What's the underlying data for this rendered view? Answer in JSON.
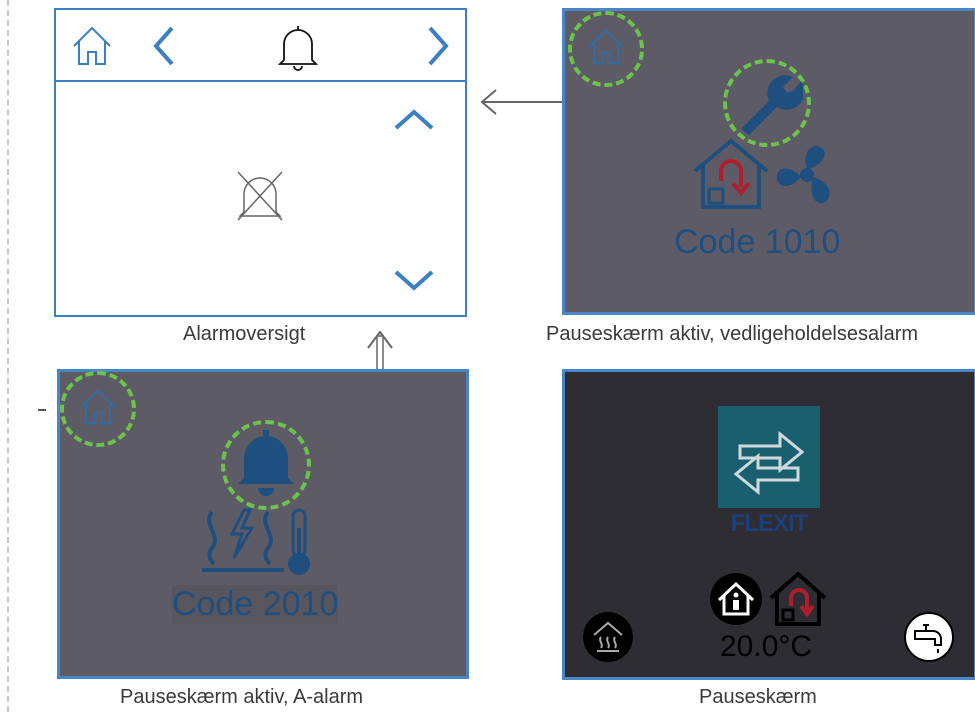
{
  "alarm_overview": {
    "caption": "Alarmoversigt"
  },
  "maintenance_screen": {
    "code": "Code 1010",
    "caption": "Pauseskærm aktiv, vedligeholdelsesalarm"
  },
  "a_alarm_screen": {
    "code": "Code 2010",
    "caption": "Pauseskærm aktiv, A-alarm"
  },
  "screensaver": {
    "brand": "FLEXIT",
    "temperature": "20.0°C",
    "caption": "Pauseskærm"
  },
  "colors": {
    "accent_blue": "#3b7fc4",
    "screen_grey": "#5d5b66",
    "icon_dark_blue": "#1f4f7f",
    "highlight_green": "#6cc24a",
    "alert_red": "#b01e2d",
    "flexit_teal": "#1a5f6e"
  },
  "icons": [
    "home-icon",
    "chevron-left-icon",
    "bell-icon",
    "chevron-right-icon",
    "chevron-up-icon",
    "chevron-down-icon",
    "bell-off-icon",
    "wrench-icon",
    "house-return-icon",
    "fan-icon",
    "heater-icon",
    "thermometer-icon",
    "flexit-logo",
    "house-info-icon",
    "heating-icon",
    "tap-icon"
  ]
}
